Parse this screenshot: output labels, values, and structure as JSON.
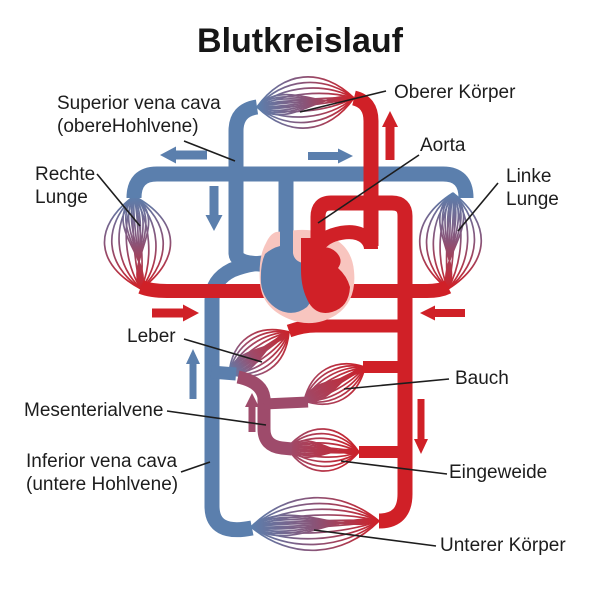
{
  "title": "Blutkreislauf",
  "colors": {
    "vein_blue": "#5b7fad",
    "artery_red": "#d02027",
    "portal_purple": "#9e4b6b",
    "capillary_mid_purple": "#8a5377",
    "heart_pink": "#f8c5bf",
    "label_black": "#1d1d1d",
    "background": "#ffffff"
  },
  "labels": {
    "superior_vena_cava": {
      "line1": "Superior vena cava",
      "line2": "(obereHohlvene)"
    },
    "oberer_koerper": {
      "text": "Oberer Körper"
    },
    "aorta": {
      "text": "Aorta"
    },
    "rechte_lunge": {
      "line1": "Rechte",
      "line2": "Lunge"
    },
    "linke_lunge": {
      "line1": "Linke",
      "line2": "Lunge"
    },
    "leber": {
      "text": "Leber"
    },
    "mesenterialvene": {
      "text": "Mesenterialvene"
    },
    "inferior_vena_cava": {
      "line1": "Inferior vena cava",
      "line2": "(untere Hohlvene)"
    },
    "bauch": {
      "text": "Bauch"
    },
    "eingeweide": {
      "text": "Eingeweide"
    },
    "unterer_koerper": {
      "text": "Unterer Körper"
    }
  },
  "capillary_beds": [
    "Oberer Körper",
    "Rechte Lunge",
    "Linke Lunge",
    "Leber",
    "Bauch",
    "Eingeweide",
    "Unterer Körper"
  ],
  "arrows": {
    "pulmonary_flow_left": {
      "direction": "left",
      "color": "blue"
    },
    "pulmonary_flow_right": {
      "direction": "right",
      "color": "blue"
    },
    "svc_flow_down": {
      "direction": "down",
      "color": "blue"
    },
    "ivc_flow_up": {
      "direction": "up",
      "color": "blue"
    },
    "aorta_flow_up": {
      "direction": "up",
      "color": "red"
    },
    "pulmonary_vein_flow_right": {
      "direction": "right",
      "color": "red"
    },
    "pulmonary_vein_flow_left": {
      "direction": "left",
      "color": "red"
    },
    "aorta_flow_down": {
      "direction": "down",
      "color": "red"
    },
    "portal_flow_up": {
      "direction": "up",
      "color": "purple"
    }
  }
}
